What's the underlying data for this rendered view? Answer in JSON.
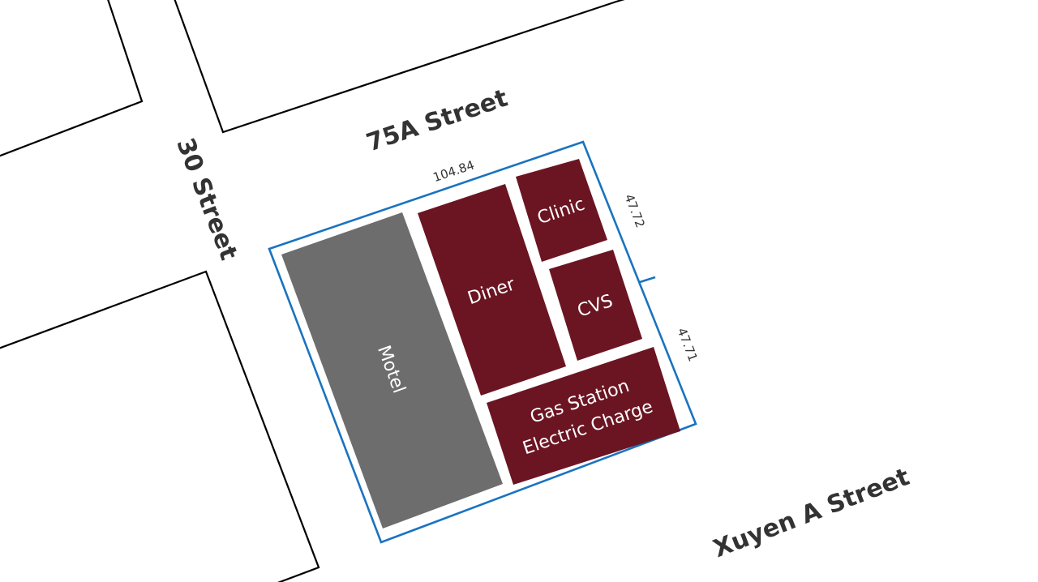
{
  "streets": {
    "north": "75A Street",
    "west": "30 Street",
    "south": "Xuyen A Street"
  },
  "buildings": {
    "motel": "Motel",
    "diner": "Diner",
    "clinic": "Clinic",
    "cvs": "CVS",
    "gas_station_line1": "Gas Station",
    "gas_station_line2": "Electric Charge"
  },
  "dimensions": {
    "north_frontage": "104.84",
    "east_upper": "47.72",
    "east_lower": "47.71"
  },
  "colors": {
    "lot_outline": "#1a73c0",
    "commercial_building": "#6b1522",
    "motel_building": "#6d6d6d",
    "block_outline": "#000000"
  }
}
